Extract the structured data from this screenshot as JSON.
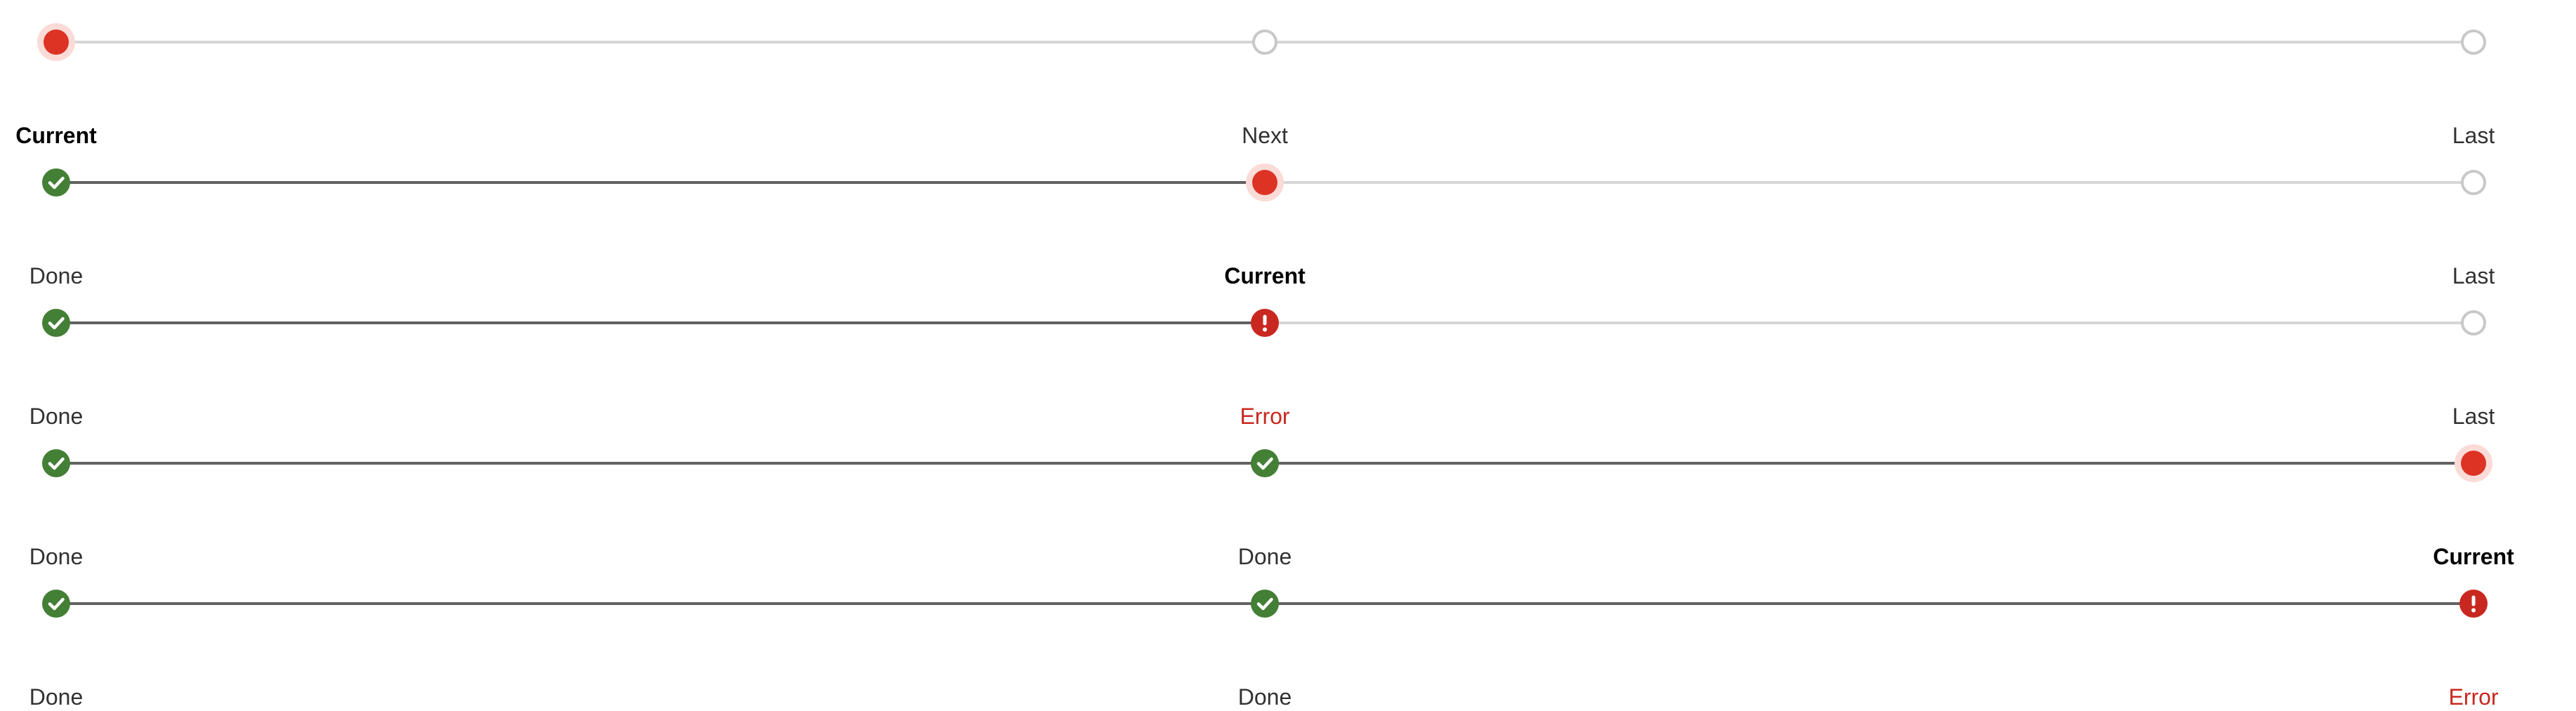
{
  "colors": {
    "done": "#437f35",
    "current": "#dc3325",
    "current_halo": "#fbdbd7",
    "error": "#c8281f",
    "pending_border": "#c8c8c8",
    "line_done": "#616161",
    "line_pending": "#d6d6d6"
  },
  "steppers": [
    {
      "steps": [
        {
          "label": "Current",
          "status": "current",
          "icon": "current-dot-icon"
        },
        {
          "label": "Next",
          "status": "pending",
          "icon": "empty-circle-icon"
        },
        {
          "label": "Last",
          "status": "pending",
          "icon": "empty-circle-icon"
        }
      ]
    },
    {
      "steps": [
        {
          "label": "Done",
          "status": "done",
          "icon": "check-circle-icon"
        },
        {
          "label": "Current",
          "status": "current",
          "icon": "current-dot-icon"
        },
        {
          "label": "Last",
          "status": "pending",
          "icon": "empty-circle-icon"
        }
      ]
    },
    {
      "steps": [
        {
          "label": "Done",
          "status": "done",
          "icon": "check-circle-icon"
        },
        {
          "label": "Error",
          "status": "error",
          "icon": "exclamation-circle-icon"
        },
        {
          "label": "Last",
          "status": "pending",
          "icon": "empty-circle-icon"
        }
      ]
    },
    {
      "steps": [
        {
          "label": "Done",
          "status": "done",
          "icon": "check-circle-icon"
        },
        {
          "label": "Done",
          "status": "done",
          "icon": "check-circle-icon"
        },
        {
          "label": "Current",
          "status": "current",
          "icon": "current-dot-icon"
        }
      ]
    },
    {
      "steps": [
        {
          "label": "Done",
          "status": "done",
          "icon": "check-circle-icon"
        },
        {
          "label": "Done",
          "status": "done",
          "icon": "check-circle-icon"
        },
        {
          "label": "Error",
          "status": "error",
          "icon": "exclamation-circle-icon"
        }
      ]
    }
  ]
}
